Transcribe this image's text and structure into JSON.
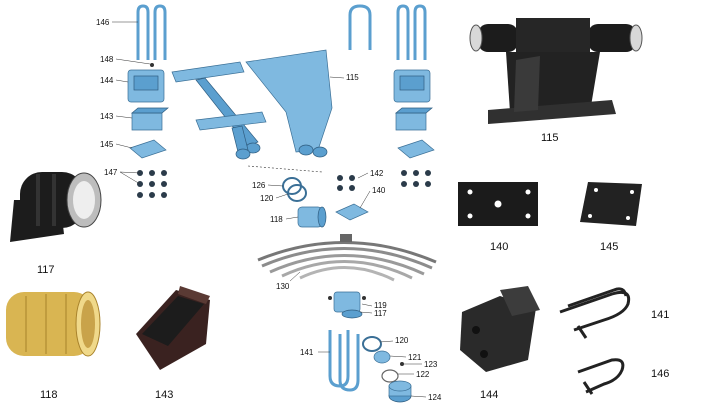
{
  "colors": {
    "part_blue": "#7fb9e0",
    "part_blue_dark": "#5b9fcf",
    "black_part": "#1c1c1c",
    "brass": "#d9b552",
    "spring_gray": "#8c8c8c"
  },
  "diagram_labels": {
    "l146": "146",
    "l148": "148",
    "l144": "144",
    "l143": "143",
    "l145": "145",
    "l147": "147",
    "l115": "115",
    "l142": "142",
    "l140": "140",
    "l126": "126",
    "l120a": "120",
    "l118": "118",
    "l130": "130",
    "l119": "119",
    "l117": "117",
    "l141": "141",
    "l120b": "120",
    "l121": "121",
    "l123": "123",
    "l122": "122",
    "l124": "124"
  },
  "photo_labels": {
    "p115": "115",
    "p140": "140",
    "p145": "145",
    "p117": "117",
    "p118": "118",
    "p143": "143",
    "p144": "144",
    "p141": "141",
    "p146": "146"
  }
}
